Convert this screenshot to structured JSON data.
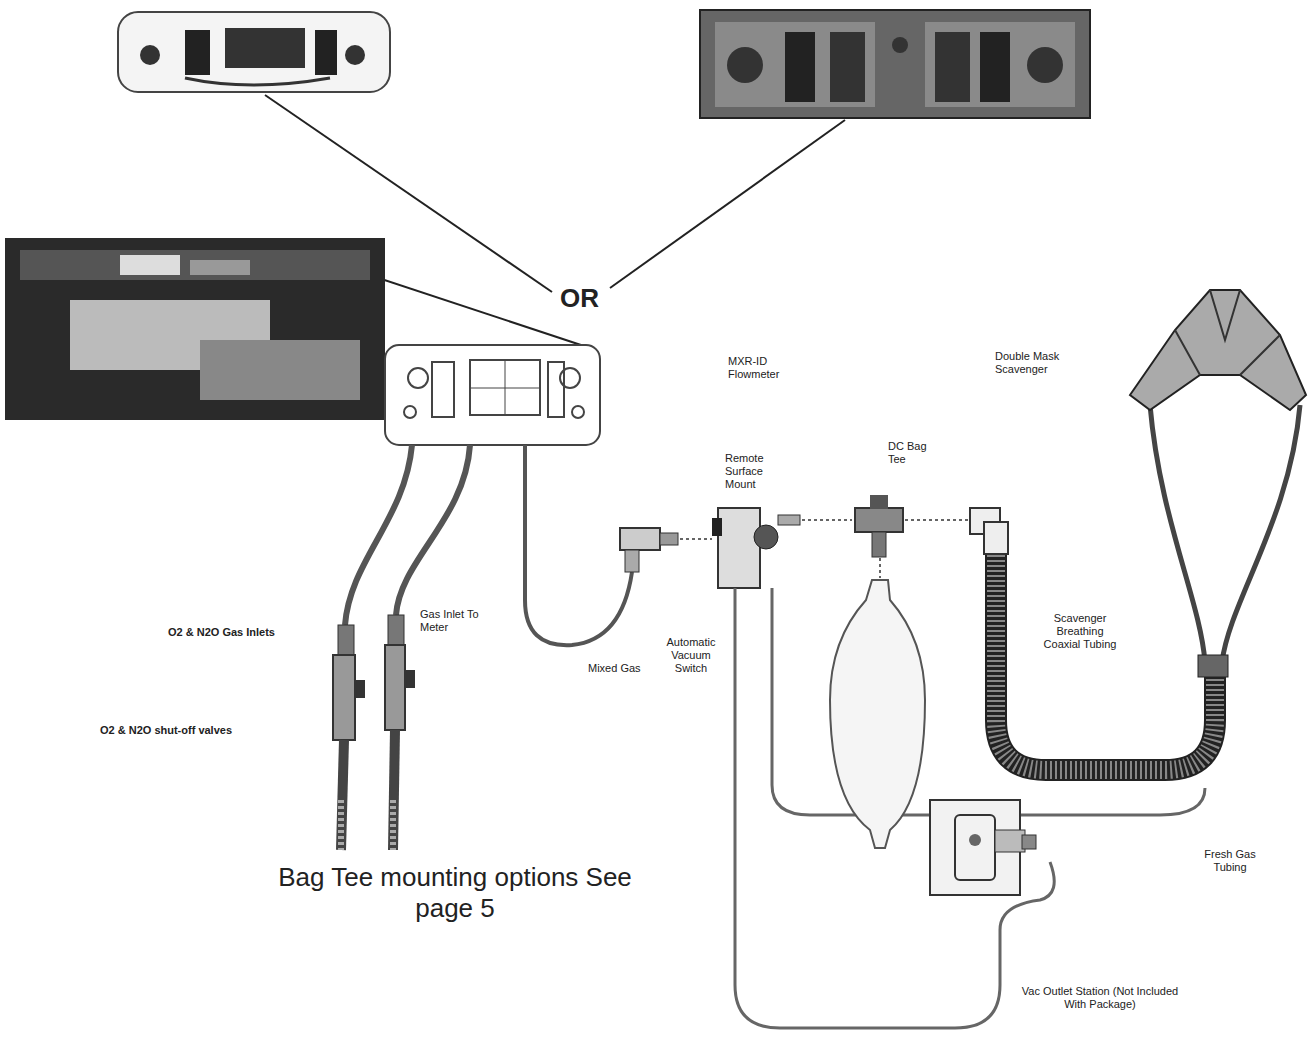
{
  "diagram": {
    "labels": [
      "OR",
      "MXR-ID Flowmeter",
      "Double Mask Scavenger",
      "Remote Surface Mount",
      "DC Bag Tee",
      "O2 & N2O Gas Inlets",
      "Gas Inlet To Meter",
      "Mixed Gas",
      "Automatic Vacuum Switch",
      "Scavenger Breathing Coaxial Tubing",
      "O2 & N2O shut-off valves",
      "Fresh Gas Tubing",
      "Bag Tee mounting options See page 5",
      "Vac Outlet Station (Not Included With Package)"
    ]
  }
}
